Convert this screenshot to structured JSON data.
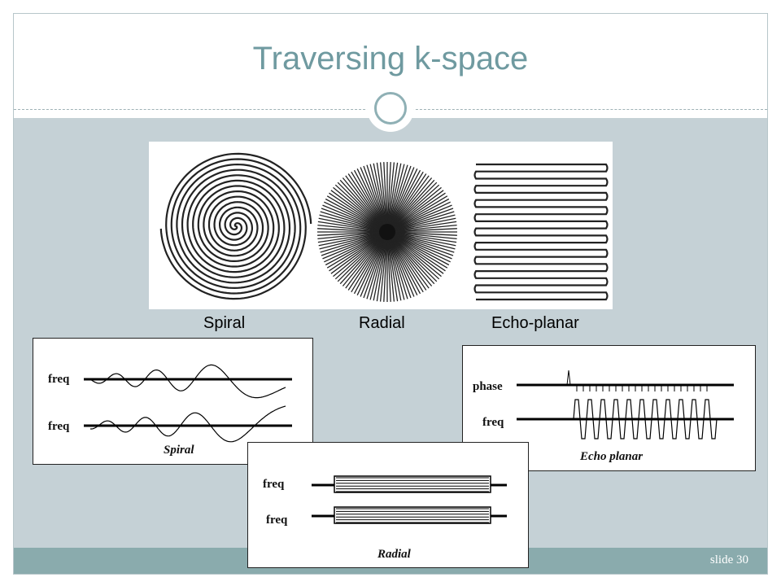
{
  "slide": {
    "title": "Traversing k-space",
    "number": "slide 30"
  },
  "trajectories": {
    "spiral": "Spiral",
    "radial": "Radial",
    "echo_planar": "Echo-planar"
  },
  "spiral_panel": {
    "label_top": "freq",
    "label_bottom": "freq",
    "caption": "Spiral"
  },
  "echo_panel": {
    "label_top": "phase",
    "label_bottom": "freq",
    "caption": "Echo planar"
  },
  "radial_panel": {
    "label_top": "freq",
    "label_bottom": "freq",
    "caption": "Radial"
  }
}
